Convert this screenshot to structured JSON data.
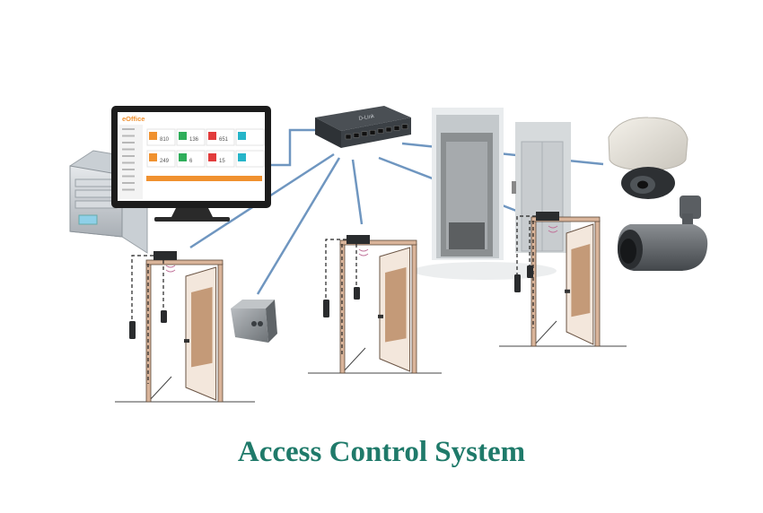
{
  "title": "Access Control System",
  "app": {
    "brand": "eOffice",
    "tiles_row1": [
      "810",
      "136",
      "651"
    ],
    "tiles_row2": [
      "249",
      "6",
      "15"
    ]
  },
  "switch": {
    "brand": "D-Link"
  },
  "colors": {
    "title": "#1f7a6a",
    "link": "#6f96c0",
    "door_frame": "#d9b49a",
    "door_panel": "#c49a78",
    "tile_colors": [
      "#f0912f",
      "#2fae5a",
      "#e23c3c",
      "#26b5c9"
    ],
    "app_bar": "#f0912f"
  },
  "icons": [
    "desktop-computer",
    "network-switch",
    "elevator",
    "dome-camera",
    "bullet-camera",
    "card-reader",
    "exit-button",
    "door-lock",
    "intercom-box",
    "door"
  ]
}
